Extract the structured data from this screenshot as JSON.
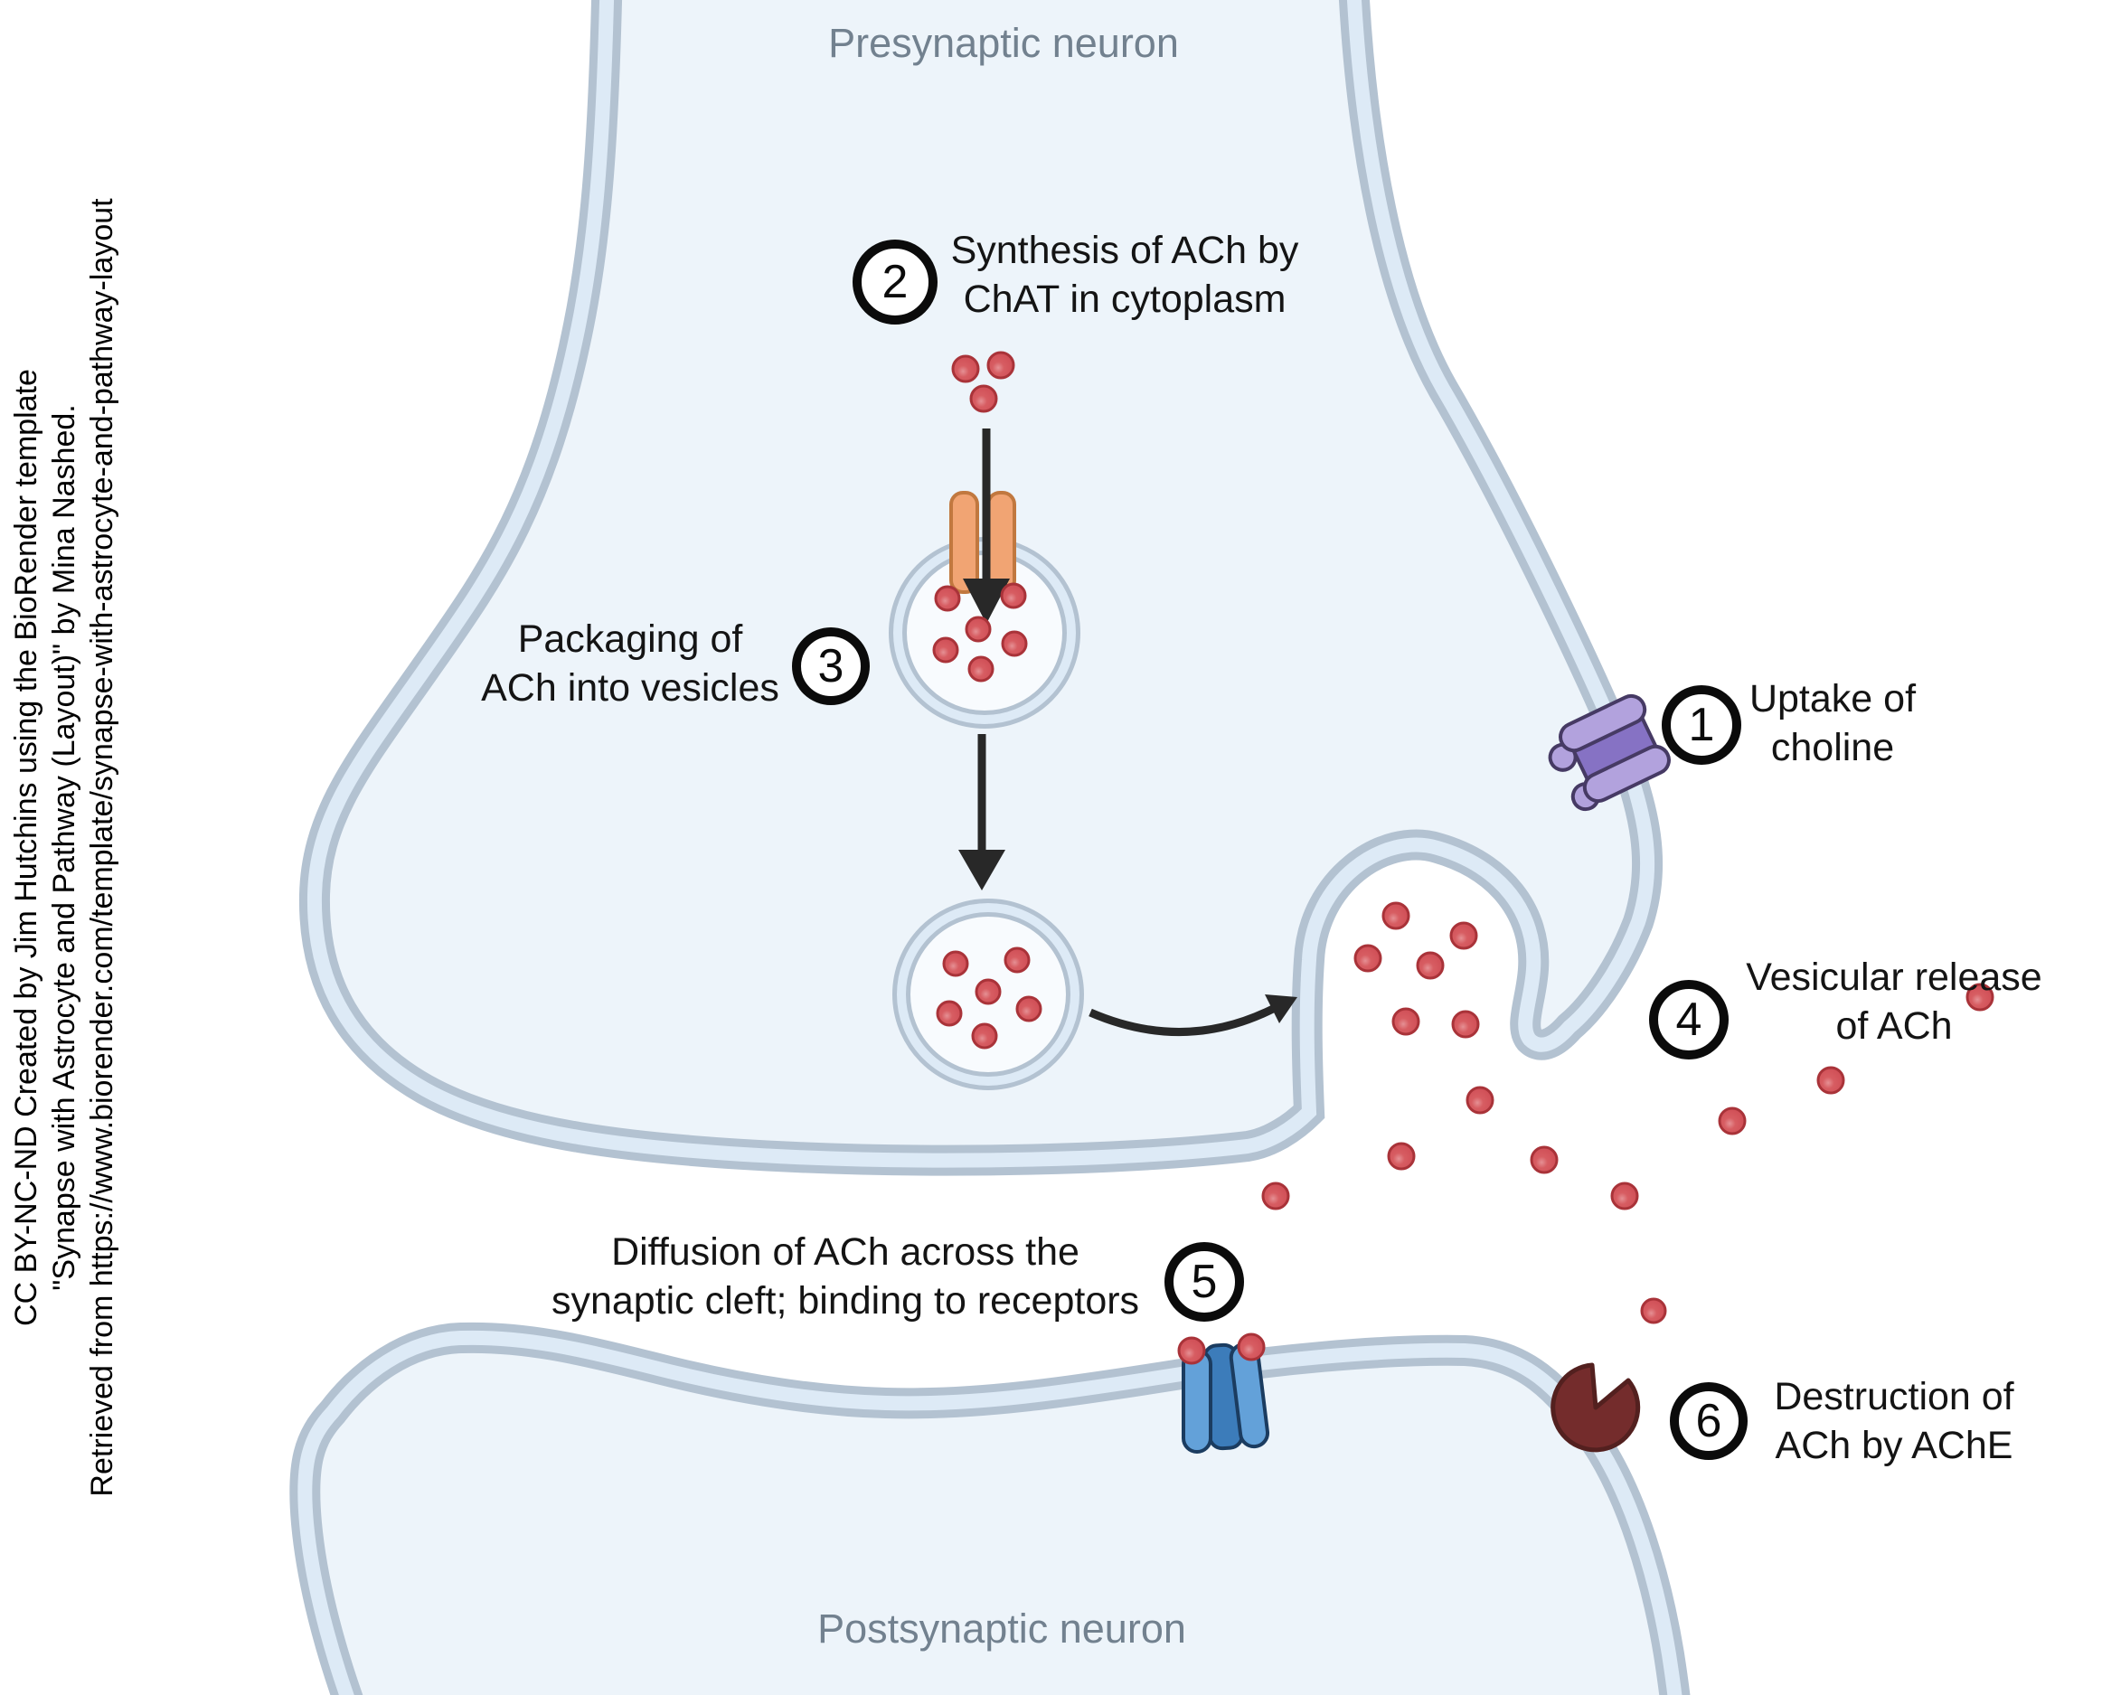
{
  "attribution": {
    "line1": "CC BY-NC-ND Created by Jim Hutchins using the BioRender template",
    "line2": "\"Synapse with Astrocyte and Pathway (Layout)\" by Mina Nashed.",
    "line3": "Retrieved from https://www.biorender.com/template/synapse-with-astrocyte-and-pathway-layout"
  },
  "labels": {
    "presynaptic": "Presynaptic neuron",
    "postsynaptic": "Postsynaptic neuron"
  },
  "steps": [
    {
      "number": "1",
      "line1": "Uptake of",
      "line2": "choline"
    },
    {
      "number": "2",
      "line1": "Synthesis of ACh by",
      "line2": "ChAT in cytoplasm"
    },
    {
      "number": "3",
      "line1": "Packaging of",
      "line2": "ACh into vesicles"
    },
    {
      "number": "4",
      "line1": "Vesicular release",
      "line2": "of ACh"
    },
    {
      "number": "5",
      "line1": "Diffusion of ACh across the",
      "line2": "synaptic cleft; binding to receptors"
    },
    {
      "number": "6",
      "line1": "Destruction of",
      "line2": "ACh by AChE"
    }
  ],
  "icons": {
    "ach_molecule": "red-dot",
    "vesicle": "double-ring-circle",
    "vat_transporter": "orange-channel",
    "choline_transporter": "purple-channel",
    "ach_receptor": "blue-channel",
    "ache_enzyme": "maroon-pacman"
  },
  "colors": {
    "membrane_gray": "#b3c2d1",
    "membrane_blue": "#ddeaf6",
    "cell_fill": "#edf4fa",
    "vesicle_fill": "#f8fbfe",
    "ach_red": "#d75d62",
    "ach_border": "#a93339",
    "channel_orange": "#f1a473",
    "channel_orange_border": "#c1783f",
    "transporter_purple": "#b2a2dd",
    "transporter_purple_dark": "#8672c4",
    "receptor_blue": "#63a1d9",
    "receptor_blue_dark": "#3c7cba",
    "ache_maroon": "#742c2c",
    "label_gray": "#72818f",
    "arrow_black": "#282828"
  }
}
